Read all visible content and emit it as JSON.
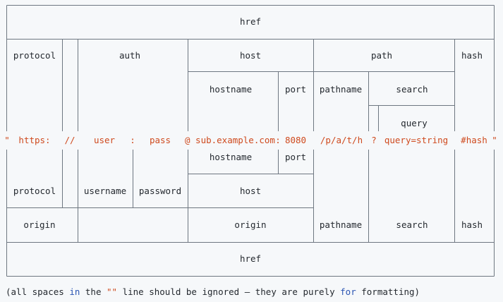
{
  "diagram": {
    "labels": {
      "href": "href",
      "protocol": "protocol",
      "auth": "auth",
      "host": "host",
      "path": "path",
      "hash": "hash",
      "hostname": "hostname",
      "port": "port",
      "pathname": "pathname",
      "search": "search",
      "query": "query",
      "username": "username",
      "password": "password",
      "origin": "origin"
    },
    "url_parts": {
      "open_quote": "\"",
      "scheme": "https:",
      "slashes": "//",
      "user": "user",
      "colon1": ":",
      "pass": "pass",
      "at_host": "@ sub.example.com",
      "colon2": ":",
      "port": "8080",
      "path": "/p/a/t/h",
      "qmark": "?",
      "query": "query=string",
      "hash": "#hash",
      "close_quote": "\""
    },
    "caption": {
      "p1": "(all spaces ",
      "kw_in": "in",
      "p2": " the ",
      "str": "\"\"",
      "p3": " line should be ignored — they are purely ",
      "kw_for": "for",
      "p4": " formatting)"
    },
    "colors": {
      "line": "#6e7781",
      "text": "#24292f",
      "url": "#cf4a1e",
      "keyword": "#2b55b3",
      "background": "#f6f8fa"
    }
  }
}
